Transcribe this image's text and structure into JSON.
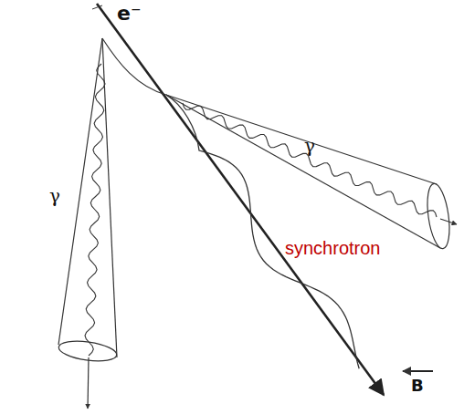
{
  "diagram": {
    "labels": [
      "e⁻",
      "γ",
      "γ",
      "synchrotron",
      "B"
    ]
  }
}
